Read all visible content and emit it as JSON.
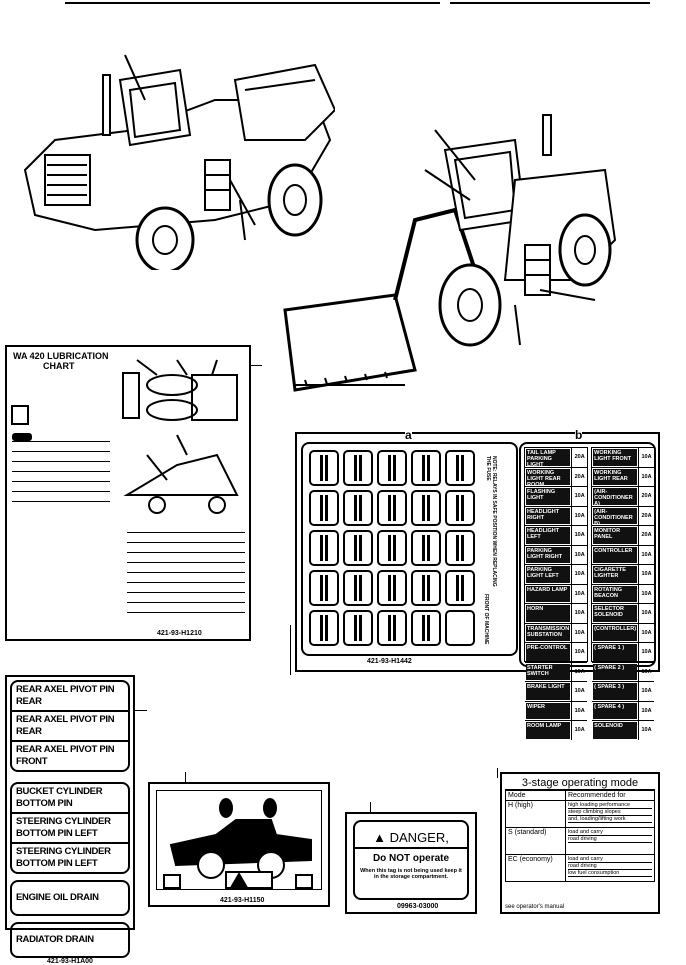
{
  "lube_chart": {
    "title_line1": "WA 420   LUBRICATION",
    "title_line2": "CHART",
    "part_no": "421-93-H1210"
  },
  "relay_box": {
    "callout": "a",
    "part_no": "421-93-H1442",
    "note": "NOTE: RELAYS IN SAFE POSITION WHEN REPLACING THE FUSE",
    "front_label": "FRONT OF MACHINE"
  },
  "fuse_box": {
    "callout": "b",
    "left": [
      {
        "name": "TAIL LAMP PARKING LIGHT",
        "amp": "20A"
      },
      {
        "name": "WORKING LIGHT REAR ROOM",
        "amp": "20A"
      },
      {
        "name": "FLASHING LIGHT",
        "amp": "10A"
      },
      {
        "name": "HEADLIGHT RIGHT",
        "amp": "10A"
      },
      {
        "name": "HEADLIGHT LEFT",
        "amp": "10A"
      },
      {
        "name": "PARKING LIGHT RIGHT",
        "amp": "10A"
      },
      {
        "name": "PARKING LIGHT LEFT",
        "amp": "10A"
      },
      {
        "name": "HAZARD LAMP",
        "amp": "10A"
      },
      {
        "name": "HORN",
        "amp": "10A"
      },
      {
        "name": "TRANSMISSION SUBSTATION",
        "amp": "10A"
      },
      {
        "name": "PRE-CONTROL",
        "amp": "10A"
      },
      {
        "name": "STARTER SWITCH",
        "amp": "10A"
      },
      {
        "name": "BRAKE LIGHT",
        "amp": "10A"
      },
      {
        "name": "WIPER",
        "amp": "10A"
      },
      {
        "name": "ROOM LAMP",
        "amp": "10A"
      }
    ],
    "right": [
      {
        "name": "WORKING LIGHT FRONT",
        "amp": "10A"
      },
      {
        "name": "WORKING LIGHT REAR",
        "amp": "10A"
      },
      {
        "name": "(AIR-CONDITIONER A)",
        "amp": "20A"
      },
      {
        "name": "(AIR-CONDITIONER B)",
        "amp": "20A"
      },
      {
        "name": "MONITOR PANEL",
        "amp": "20A"
      },
      {
        "name": "CONTROLLER",
        "amp": "10A"
      },
      {
        "name": "CIGARETTE LIGHTER",
        "amp": "10A"
      },
      {
        "name": "ROTATING BEACON",
        "amp": "10A"
      },
      {
        "name": "SELECTOR SOLENOID",
        "amp": "10A"
      },
      {
        "name": "(CONTROLLER)",
        "amp": "10A"
      },
      {
        "name": "( SPARE 1 )",
        "amp": "10A"
      },
      {
        "name": "( SPARE 2 )",
        "amp": "10A"
      },
      {
        "name": "( SPARE 3 )",
        "amp": "10A"
      },
      {
        "name": "( SPARE 4 )",
        "amp": "10A"
      },
      {
        "name": "SOLENOID",
        "amp": "10A"
      }
    ]
  },
  "pin_labels": {
    "group1": [
      "REAR AXEL PIVOT PIN REAR",
      "REAR AXEL PIVOT PIN REAR",
      "REAR AXEL PIVOT PIN FRONT"
    ],
    "group2": [
      "BUCKET CYLINDER BOTTOM PIN",
      "STEERING CYLINDER BOTTOM PIN LEFT",
      "STEERING CYLINDER BOTTOM PIN LEFT"
    ],
    "engine": "ENGINE OIL DRAIN",
    "radiator": "RADIATOR DRAIN",
    "part_no": "421-93-H1A00"
  },
  "lift_label": {
    "part_no": "421-93-H1150"
  },
  "danger": {
    "title": "DANGER,",
    "line1": "Do NOT operate",
    "line2": "When this tag is not being used keep it",
    "line3": "in the storage compartment.",
    "part_no": "09963-03000"
  },
  "mode_plate": {
    "title": "3-stage operating mode",
    "col1": "Mode",
    "col2": "Recommended for",
    "rows": [
      {
        "mode": "H (high)",
        "uses": [
          "high loading performance",
          "steep climbing slopes",
          "and, loading/lifting work"
        ]
      },
      {
        "mode": "S (standard)",
        "uses": [
          "load and carry",
          "road driving"
        ]
      },
      {
        "mode": "EC (economy)",
        "uses": [
          "load and carry",
          "road driving",
          "low fuel consumption"
        ]
      }
    ],
    "footer": "see operator's manual"
  }
}
